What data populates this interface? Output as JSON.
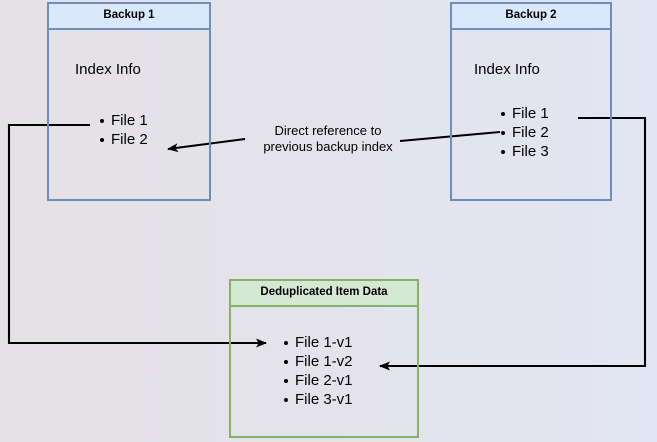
{
  "diagram": {
    "title_semantic": "backup-deduplication-diagram",
    "background": {
      "gradient_from": "#e5e2e5",
      "gradient_to": "#e2e5f3"
    },
    "colors": {
      "blue_border": "#6c8ebf",
      "blue_header_fill": "#dae8fc",
      "green_border": "#82b366",
      "green_header_fill": "#d5e8d4",
      "connector_stroke": "#000000",
      "text": "#000000"
    },
    "nodes": {
      "backup1": {
        "header": "Backup 1",
        "section_label": "Index Info",
        "items": [
          "File 1",
          "File 2"
        ]
      },
      "backup2": {
        "header": "Backup 2",
        "section_label": "Index Info",
        "items": [
          "File 1",
          "File 2",
          "File 3"
        ]
      },
      "dedup": {
        "header": "Deduplicated Item Data",
        "items": [
          "File 1-v1",
          "File 1-v2",
          "File 2-v1",
          "File 3-v1"
        ]
      }
    },
    "annotations": {
      "direct_reference_line1": "Direct reference to",
      "direct_reference_line2": "previous backup index"
    },
    "connectors": [
      {
        "name": "backup2-index-to-backup1-index",
        "from": "Backup 2 / File 2",
        "to": "Backup 1 / File 2",
        "label": "Direct reference to previous backup index",
        "arrowhead": "left"
      },
      {
        "name": "backup1-file1-to-dedup-file1v1",
        "from": "Backup 1 / File 1",
        "to": "Deduplicated Item Data / File 1-v1",
        "arrowhead": "right"
      },
      {
        "name": "backup2-file1-to-dedup-file1v2",
        "from": "Backup 2 / File 1",
        "to": "Deduplicated Item Data / File 1-v2",
        "arrowhead": "left"
      }
    ]
  }
}
